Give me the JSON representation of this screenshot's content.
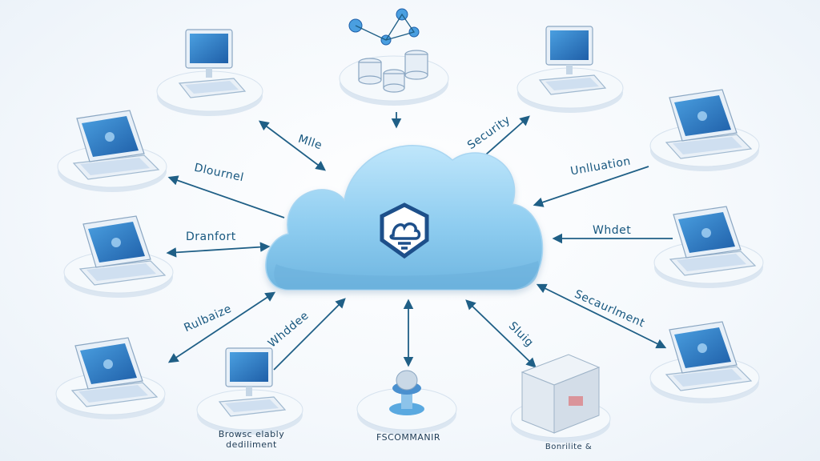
{
  "diagram": {
    "connections": [
      {
        "label": "Mlle"
      },
      {
        "label": "Security"
      },
      {
        "label": "Dlournel"
      },
      {
        "label": "Unlluation"
      },
      {
        "label": "Dranfort"
      },
      {
        "label": "Whdet"
      },
      {
        "label": "Rulbaize"
      },
      {
        "label": "Secaurlment"
      },
      {
        "label": "Whddee"
      },
      {
        "label": "Sluig"
      }
    ],
    "captions": {
      "bottom_left": "Browsc elably dediliment",
      "bottom_center": "FSCOMMANIR",
      "bottom_right": "Bonrilite &"
    },
    "colors": {
      "cloud": "#8fcdf0",
      "cloud_shade": "#6eb5e0",
      "arrow": "#1f5f86",
      "screen": "#2d77c4",
      "platform": "#f3f7fb"
    },
    "center_icon": "shield-cloud-icon"
  }
}
